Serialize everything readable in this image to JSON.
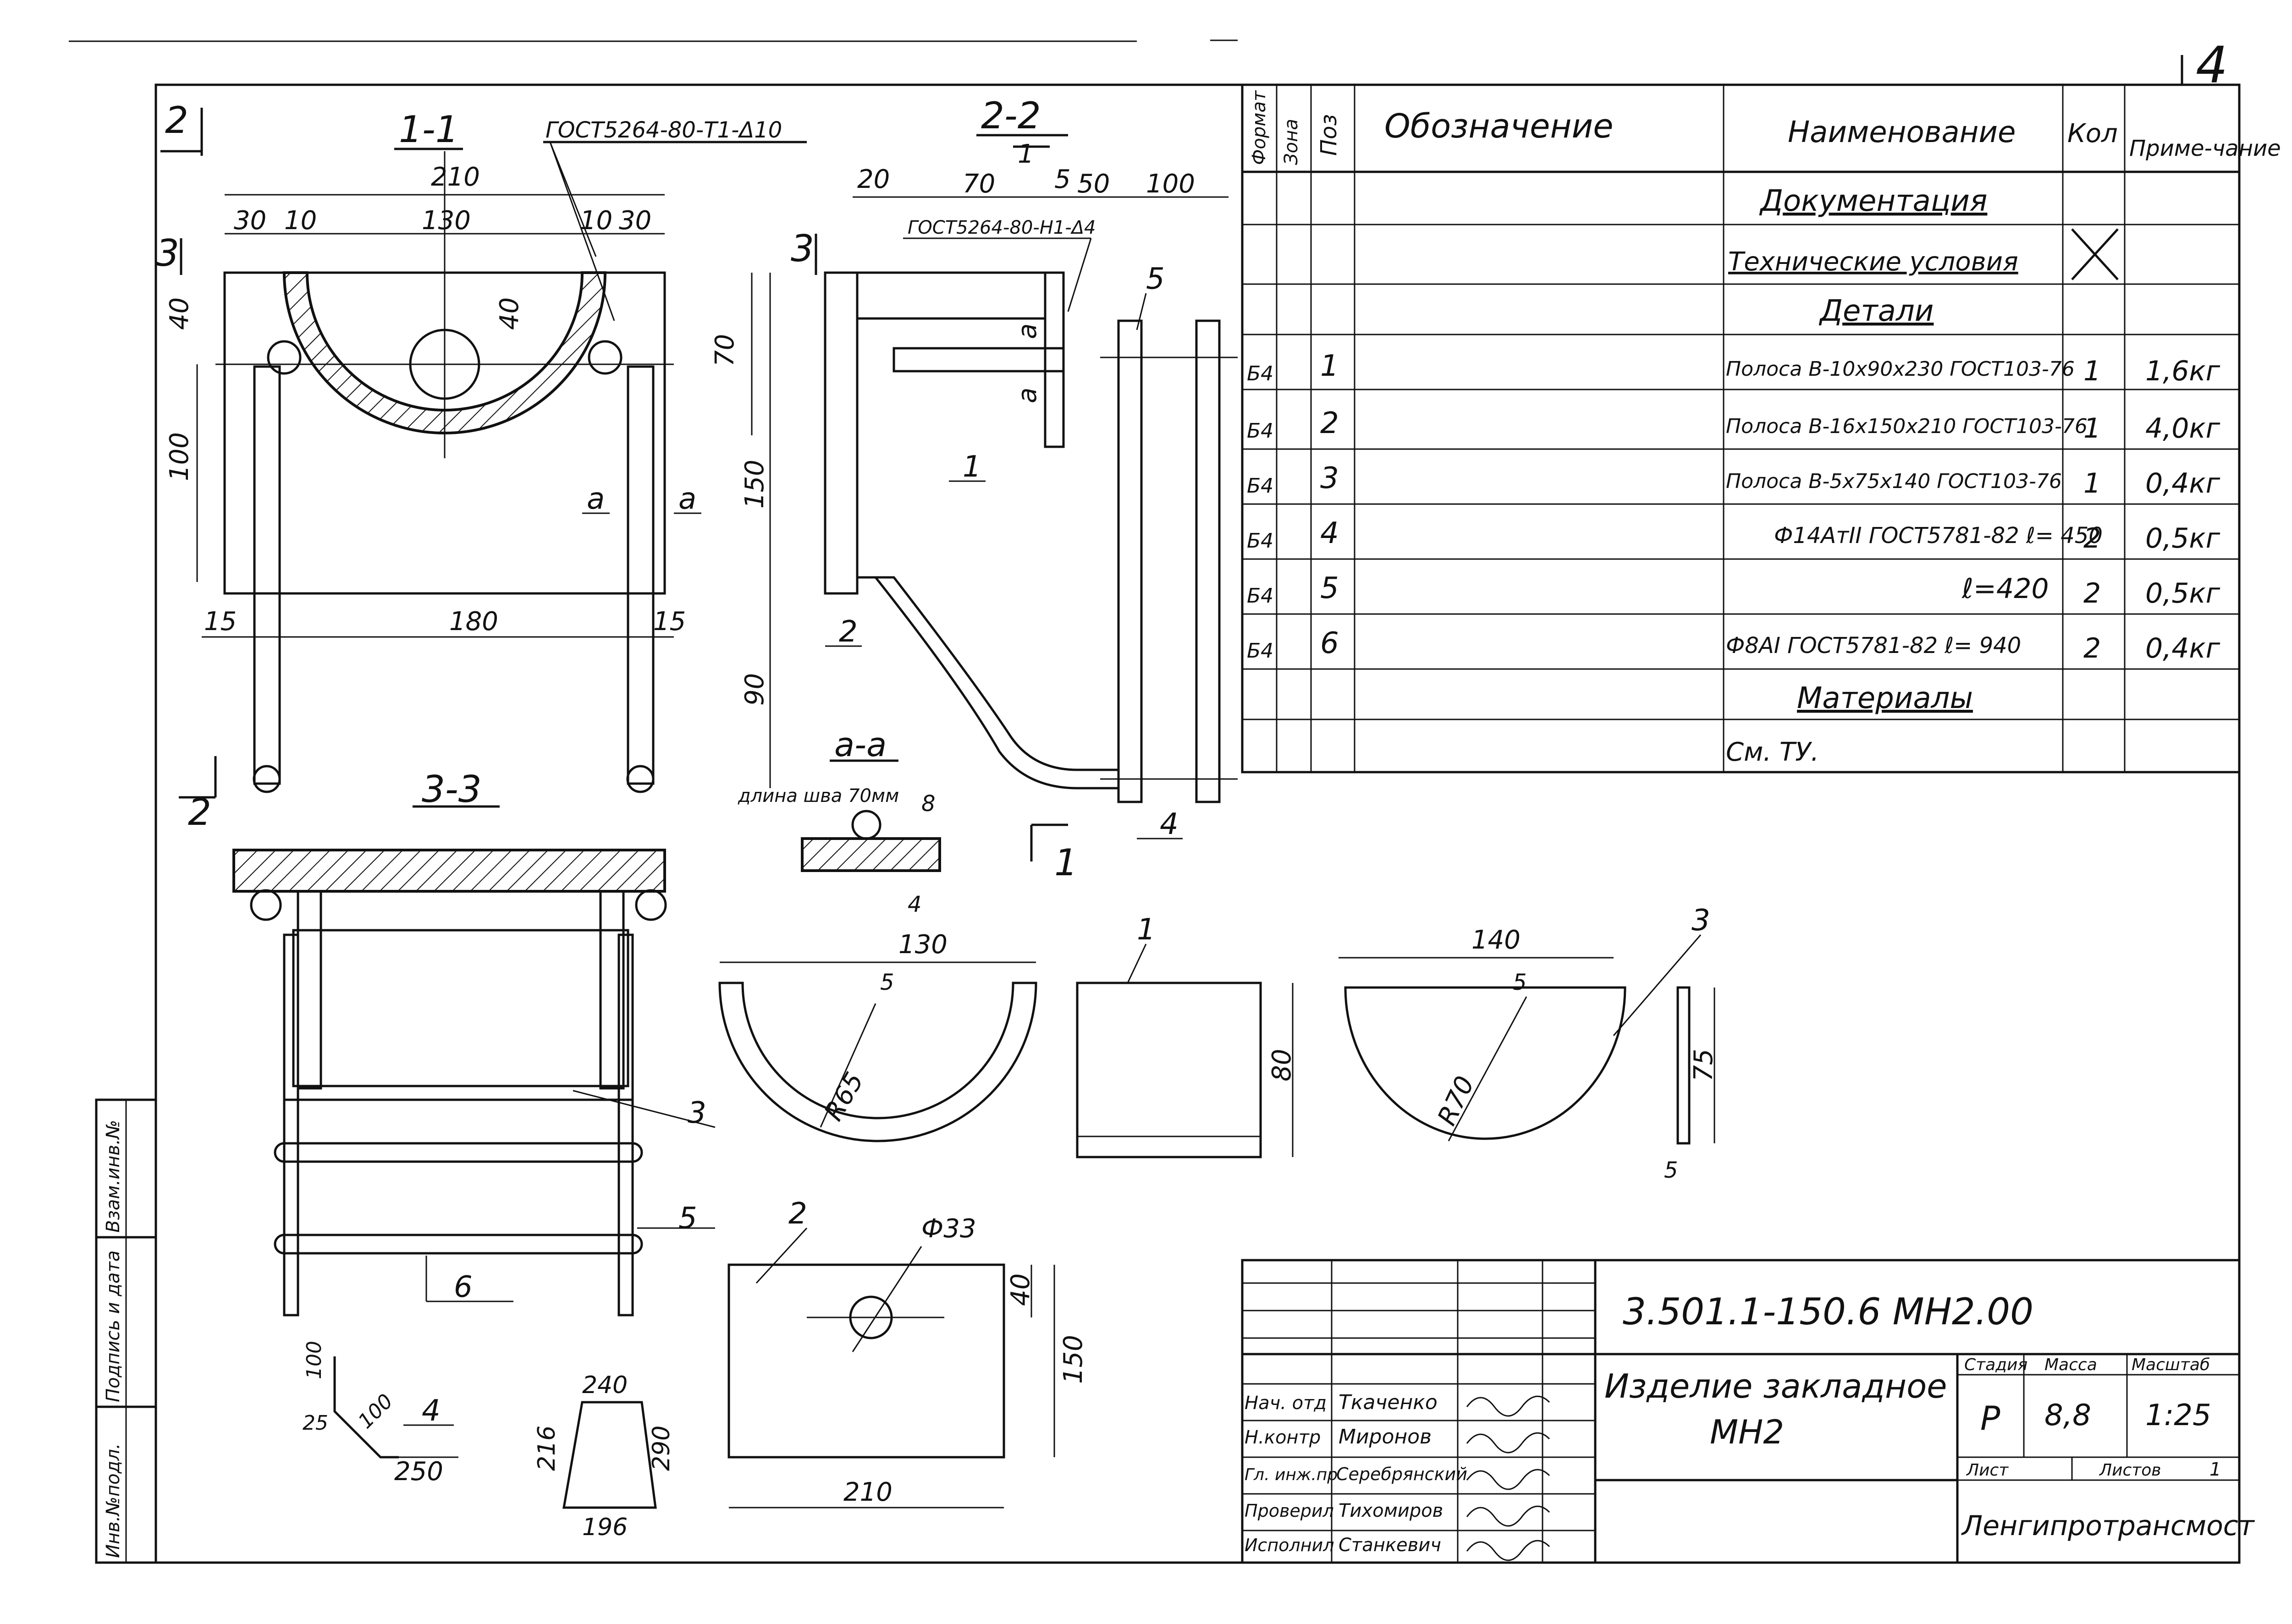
{
  "sheet_number": "4",
  "views": {
    "v11": {
      "title": "1-1",
      "weld_note": "ГОСТ5264-80-Т1-Δ10",
      "d_210": "210",
      "d_30a": "30",
      "d_10a": "10",
      "d_130": "130",
      "d_10b": "10",
      "d_30b": "30",
      "d_40a": "40",
      "d_40b": "40",
      "d_100": "100",
      "d_70": "70",
      "d_150": "150",
      "d_15a": "15",
      "d_180": "180",
      "d_15b": "15",
      "d_90": "90",
      "sec_a1": "a",
      "sec_a2": "a",
      "cut_2top": "2",
      "cut_2bot": "2",
      "cut_3": "3"
    },
    "v22": {
      "title": "2-2",
      "d_20": "20",
      "d_70": "70",
      "d_5": "5",
      "d_50": "50",
      "d_100": "100",
      "weld_note": "ГОСТ5264-80-Н1-Δ4",
      "cut_1top": "1",
      "cut_1bot": "1",
      "cut_3": "3",
      "p1": "1",
      "p2": "2",
      "p4": "4",
      "p5": "5",
      "sec_a1": "a",
      "sec_a2": "a"
    },
    "vaa": {
      "title": "a-a",
      "weld_len": "длина шва 70мм",
      "d_8": "8",
      "d_4": "4"
    },
    "v33": {
      "title": "3-3",
      "p3": "3",
      "p5": "5",
      "p6": "6"
    },
    "det1": {
      "label": "1",
      "d_130": "130",
      "d_5": "5",
      "r": "R65",
      "h": "80"
    },
    "det3": {
      "label": "3",
      "d_140": "140",
      "d_5": "5",
      "r": "R70",
      "h": "75",
      "t": "5"
    },
    "det2": {
      "label": "2",
      "hole": "Ф33",
      "d_40": "40",
      "d_150": "150",
      "d_210": "210"
    },
    "det4": {
      "label": "4",
      "d_100a": "100",
      "d_25": "25",
      "d_100b": "100",
      "d_250": "250"
    },
    "det6": {
      "d_240": "240",
      "d_216": "216",
      "d_290": "290",
      "d_196": "196"
    }
  },
  "spec": {
    "headers": {
      "format": "Формат",
      "zone": "Зона",
      "pos": "Поз",
      "designation": "Обозначение",
      "name": "Наименование",
      "qty": "Кол",
      "note": "Приме-чание"
    },
    "section_docs": "Документация",
    "tech": "Технические условия",
    "section_parts": "Детали",
    "rows": [
      {
        "format": "Б4",
        "pos": "1",
        "name": "Полоса В-10х90х230 ГОСТ103-76",
        "qty": "1",
        "note": "1,6кг"
      },
      {
        "format": "Б4",
        "pos": "2",
        "name": "Полоса В-16х150х210 ГОСТ103-76",
        "qty": "1",
        "note": "4,0кг"
      },
      {
        "format": "Б4",
        "pos": "3",
        "name": "Полоса В-5х75х140 ГОСТ103-76",
        "qty": "1",
        "note": "0,4кг"
      },
      {
        "format": "Б4",
        "pos": "4",
        "name": "Ф14АтII ГОСТ5781-82 ℓ= 450",
        "qty": "2",
        "note": "0,5кг"
      },
      {
        "format": "Б4",
        "pos": "5",
        "name": "ℓ=420",
        "qty": "2",
        "note": "0,5кг"
      },
      {
        "format": "Б4",
        "pos": "6",
        "name": "Ф8АI ГОСТ5781-82 ℓ= 940",
        "qty": "2",
        "note": "0,4кг"
      }
    ],
    "section_mat": "Материалы",
    "mat": "См. ТУ."
  },
  "title_block": {
    "code": "3.501.1-150.6 МН2.00",
    "name1": "Изделие закладное",
    "name2": "МН2",
    "stage_h": "Стадия",
    "mass_h": "Масса",
    "scale_h": "Масштаб",
    "stage": "Р",
    "mass": "8,8",
    "scale": "1:25",
    "sheet_h": "Лист",
    "sheets_h": "Листов",
    "sheets": "1",
    "org": "Ленгипротрансмост",
    "staff": [
      {
        "role": "Нач. отд",
        "name": "Ткаченко"
      },
      {
        "role": "Н.контр",
        "name": "Миронов"
      },
      {
        "role": "Гл. инж.пр",
        "name": "Серебрянский"
      },
      {
        "role": "Проверил",
        "name": "Тихомиров"
      },
      {
        "role": "Исполнил",
        "name": "Станкевич"
      }
    ]
  },
  "side_stamp": [
    "Инв.№подл.",
    "Подпись и дата",
    "Взам.инв.№"
  ]
}
